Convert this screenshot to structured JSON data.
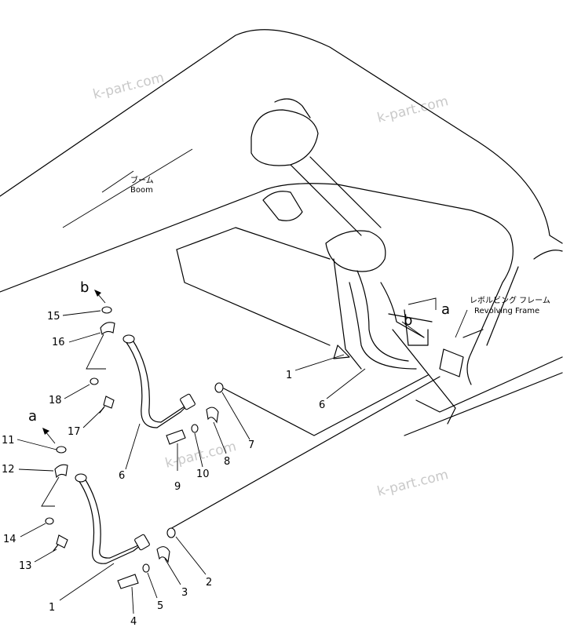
{
  "watermarks": [
    "k-part.com",
    "k-part.com",
    "k-part.com",
    "k-part.com"
  ],
  "labels": {
    "boom_jp": "ブーム",
    "boom_en": "Boom",
    "frame_jp": "レボルビング フレーム",
    "frame_en": "Revolving Frame"
  },
  "letters": {
    "a": "a",
    "b": "b"
  },
  "callouts": {
    "c1": "1",
    "c2": "2",
    "c3": "3",
    "c4": "4",
    "c5": "5",
    "c6": "6",
    "c7": "7",
    "c8": "8",
    "c9": "9",
    "c10": "10",
    "c11": "11",
    "c12": "12",
    "c13": "13",
    "c14": "14",
    "c15": "15",
    "c16": "16",
    "c17": "17",
    "c18": "18"
  }
}
